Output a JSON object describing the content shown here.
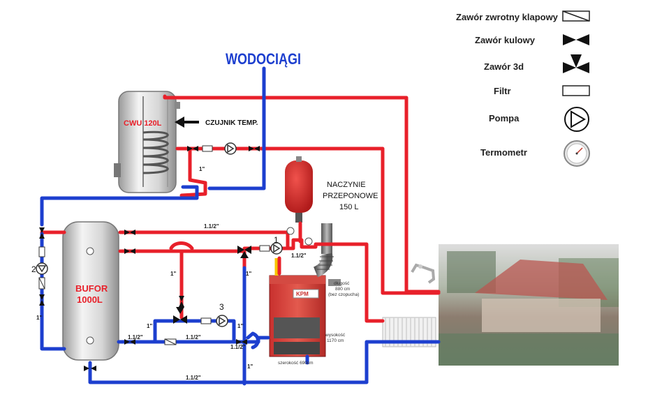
{
  "title": "WODOCIĄGI",
  "cwu_label": "CWU 120L",
  "sensor_label": "CZUJNIK TEMP.",
  "vessel_label_1": "NACZYNIE",
  "vessel_label_2": "PRZEPONOWE",
  "vessel_label_3": "150 L",
  "buffer_label_1": "BUFOR",
  "buffer_label_2": "1000L",
  "pump_numbers": [
    "1",
    "2",
    "3"
  ],
  "pipe_labels": {
    "p1": "1.1/2\"",
    "p2": "1.1/2\"",
    "p3": "1.1/2\"",
    "p4": "1.1/2\"",
    "p5": "1.1/2\"",
    "p6": "1.1/2\"",
    "one_a": "1\"",
    "one_b": "1\"",
    "one_c": "1\"",
    "one_d": "1\"",
    "one_e": "1\"",
    "one_f": "1\"",
    "one_g": "1\""
  },
  "boiler": {
    "brand": "KPM",
    "length_1": "długość",
    "length_2": "880 cm",
    "length_3": "(bez czopucha)",
    "height_1": "wysokość",
    "height_2": "1170 cm",
    "width": "szerokość 690cm"
  },
  "legend": {
    "check_valve": "Zawór zwrotny klapowy",
    "ball_valve": "Zawór kulowy",
    "three_way": "Zawór 3d",
    "filter": "Filtr",
    "pump": "Pompa",
    "thermometer": "Termometr"
  },
  "colors": {
    "hot": "#e8202a",
    "cold": "#1d3fcf",
    "title": "#1d3fcf"
  }
}
